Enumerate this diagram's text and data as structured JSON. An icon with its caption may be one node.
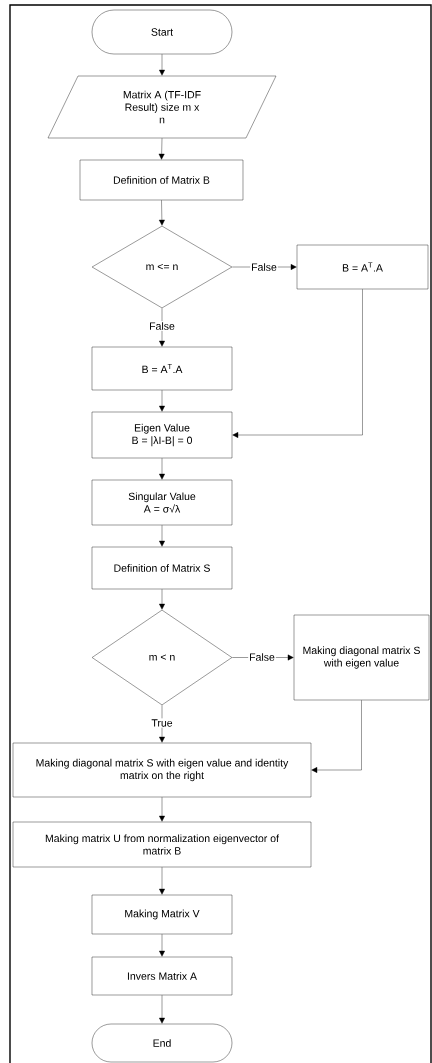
{
  "diagram": {
    "nodes": [
      {
        "text": [
          "Start"
        ]
      },
      {
        "text": [
          "Matrix A (TF-IDF Result) size m x n"
        ]
      },
      {
        "text": [
          "Definition of Matrix B"
        ]
      },
      {
        "text": [
          "m <= n"
        ]
      },
      {
        "text": [
          "B = A$^{T}$.A"
        ]
      },
      {
        "text": [
          "B = A$^{T}$.A"
        ]
      },
      {
        "text": [
          "Eigen Value",
          "B = |λI-B| = 0"
        ]
      },
      {
        "text": [
          "Singular Value",
          "A = σ√λ"
        ]
      },
      {
        "text": [
          "Definition of Matrix S"
        ]
      },
      {
        "text": [
          "m < n"
        ]
      },
      {
        "text": [
          "Making diagonal matrix S with eigen value"
        ]
      },
      {
        "text": [
          "Making diagonal matrix S with eigen value and identity matrix on the right"
        ]
      },
      {
        "text": [
          "Making matrix U from normalization eigenvector of matrix  B"
        ]
      },
      {
        "text": [
          "Making Matrix V"
        ]
      },
      {
        "text": [
          "Invers Matrix A"
        ]
      },
      {
        "text": [
          "End"
        ]
      }
    ],
    "edges": [
      {
        "from": 0,
        "to": 1,
        "arrow": "to"
      },
      {
        "from": 1,
        "to": 2,
        "arrow": "to"
      },
      {
        "from": 2,
        "to": 3,
        "arrow": "to"
      },
      {
        "from": 3,
        "to": 4,
        "arrow": "to",
        "label": "False"
      },
      {
        "from": 3,
        "to": 5,
        "arrow": "to",
        "label": "False"
      },
      {
        "from": 5,
        "to": 6,
        "arrow": "to"
      },
      {
        "from": 4,
        "to": 6,
        "arrow": "to"
      },
      {
        "from": 6,
        "to": 7,
        "arrow": "to"
      },
      {
        "from": 7,
        "to": 8,
        "arrow": "to"
      },
      {
        "from": 8,
        "to": 9,
        "arrow": "to"
      },
      {
        "from": 9,
        "to": 10,
        "arrow": "to",
        "label": "False"
      },
      {
        "from": 9,
        "to": 11,
        "arrow": "to",
        "label": "True"
      },
      {
        "from": 10,
        "to": 11,
        "arrow": "to"
      },
      {
        "from": 11,
        "to": 12,
        "arrow": "to"
      },
      {
        "from": 12,
        "to": 13,
        "arrow": "to"
      },
      {
        "from": 13,
        "to": 14,
        "arrow": "to"
      },
      {
        "from": 14,
        "to": 15,
        "arrow": "to"
      }
    ]
  }
}
